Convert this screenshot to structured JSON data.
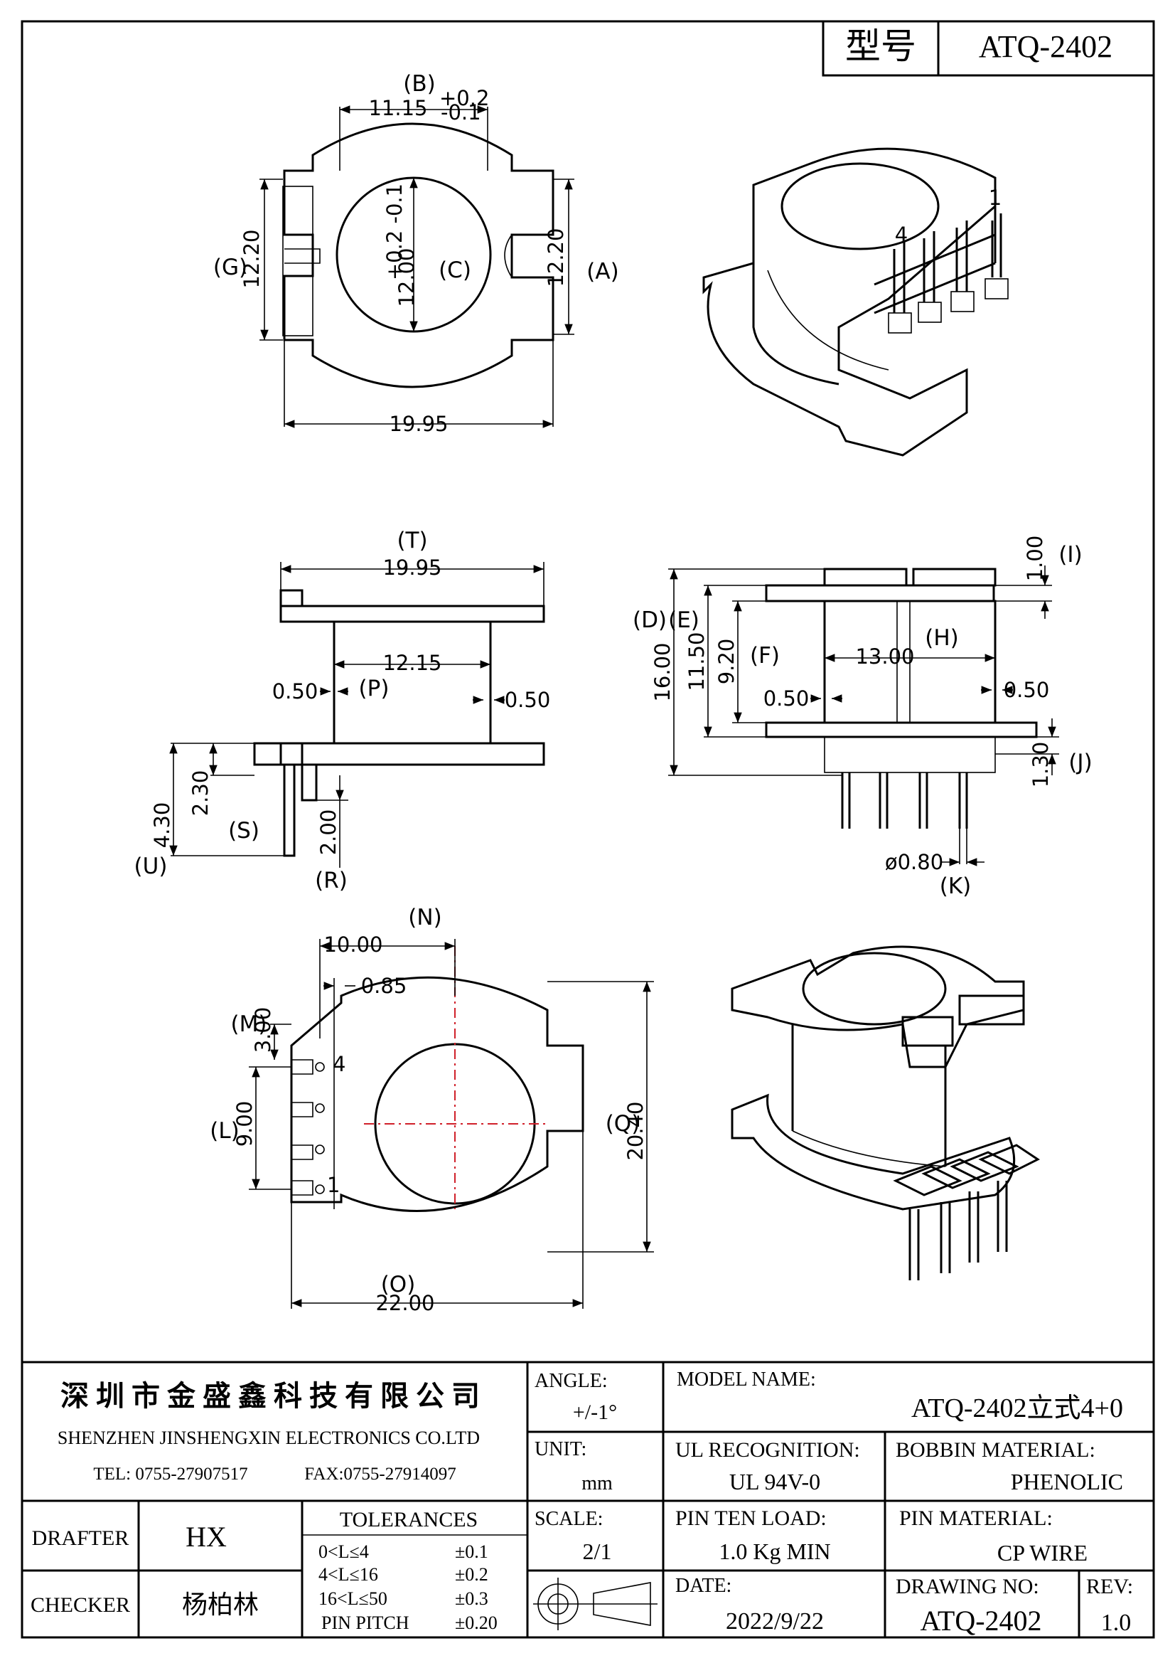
{
  "header": {
    "label": "型号",
    "model": "ATQ-2402"
  },
  "top_view": {
    "dim_b": "11.15",
    "dim_b_tol_plus": "+0.2",
    "dim_b_tol_minus": "-0.1",
    "label_b": "(B)",
    "dim_c": "12.00",
    "dim_c_tol": "+0.2 -0.1",
    "label_c": "(C)",
    "dim_a": "12.20",
    "label_a": "(A)",
    "dim_g": "12.20",
    "label_g": "(G)",
    "dim_width": "19.95"
  },
  "iso_top": {
    "pin_1": "1",
    "pin_4": "4"
  },
  "side_view": {
    "dim_t": "19.95",
    "label_t": "(T)",
    "dim_p_inner": "12.15",
    "dim_p_wall": "0.50",
    "label_p": "(P)",
    "dim_p_wall_right": "0.50",
    "dim_s": "2.30",
    "label_s": "(S)",
    "dim_u": "4.30",
    "label_u": "(U)",
    "dim_r": "2.00",
    "label_r": "(R)"
  },
  "front_view": {
    "dim_i": "1.00",
    "label_i": "(I)",
    "dim_d": "16.00",
    "label_d": "(D)",
    "dim_e": "11.50",
    "label_e": "(E)",
    "dim_f": "9.20",
    "label_f": "(F)",
    "dim_h": "13.00",
    "label_h": "(H)",
    "dim_wall_left": "0.50",
    "dim_wall_right": "0.50",
    "dim_j": "1.30",
    "label_j": "(J)",
    "dim_k": "ø0.80",
    "label_k": "(K)"
  },
  "bottom_view": {
    "dim_n": "10.00",
    "label_n": "(N)",
    "dim_085": "0.85",
    "dim_m": "3.00",
    "label_m": "(M)",
    "dim_l": "9.00",
    "label_l": "(L)",
    "dim_q": "20.40",
    "label_q": "(Q)",
    "dim_o": "22.00",
    "label_o": "(O)",
    "pin_4": "4",
    "pin_1": "1"
  },
  "title_block": {
    "company_cn": "深圳市金盛鑫科技有限公司",
    "company_en": "SHENZHEN JINSHENGXIN ELECTRONICS CO.LTD",
    "tel": "TEL: 0755-27907517",
    "fax": "FAX:0755-27914097",
    "angle_label": "ANGLE:",
    "angle_value": "+/-1°",
    "model_name_label": "MODEL NAME:",
    "model_name_value": "ATQ-2402立式4+0",
    "unit_label": "UNIT:",
    "unit_value": "mm",
    "ul_label": "UL RECOGNITION:",
    "ul_value": "UL 94V-0",
    "bobbin_label": "BOBBIN MATERIAL:",
    "bobbin_value": "PHENOLIC",
    "drafter_label": "DRAFTER",
    "drafter_value": "HX",
    "checker_label": "CHECKER",
    "checker_value": "杨柏林",
    "tolerances_title": "TOLERANCES",
    "tolerances": [
      {
        "range": "0<L≤4",
        "value": "±0.1"
      },
      {
        "range": "4<L≤16",
        "value": "±0.2"
      },
      {
        "range": "16<L≤50",
        "value": "±0.3"
      },
      {
        "range": "PIN PITCH",
        "value": "±0.20"
      }
    ],
    "scale_label": "SCALE:",
    "scale_value": "2/1",
    "pin_load_label": "PIN TEN LOAD:",
    "pin_load_value": "1.0 Kg MIN",
    "pin_material_label": "PIN MATERIAL:",
    "pin_material_value": "CP WIRE",
    "date_label": "DATE:",
    "date_value": "2022/9/22",
    "drawing_no_label": "DRAWING NO:",
    "drawing_no_value": "ATQ-2402",
    "rev_label": "REV:",
    "rev_value": "1.0"
  }
}
